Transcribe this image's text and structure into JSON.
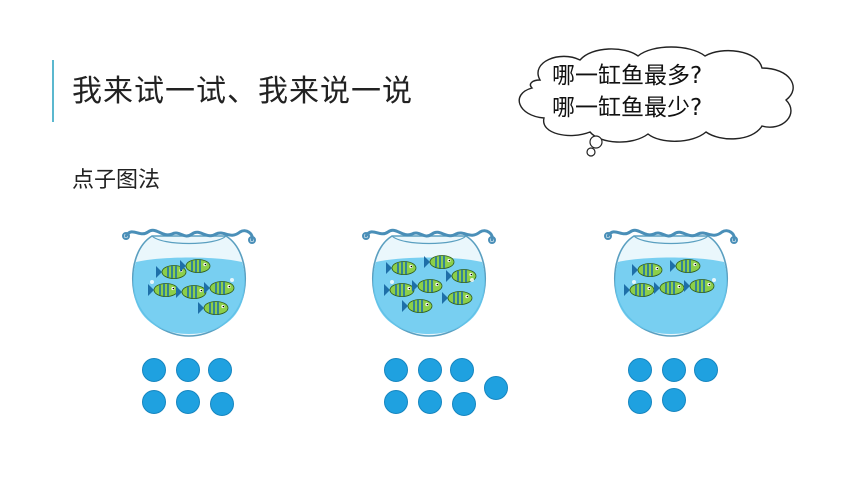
{
  "slide": {
    "title": "我来试一试、我来说一说",
    "subtitle": "点子图法",
    "speech_bubble": {
      "line1": "哪一缸鱼最多?",
      "line2": "哪一缸鱼最少?"
    }
  },
  "fishbowls": [
    {
      "name": "bowl-1",
      "fish_count": 6,
      "dot_count": 6
    },
    {
      "name": "bowl-2",
      "fish_count": 7,
      "dot_count": 7
    },
    {
      "name": "bowl-3",
      "fish_count": 5,
      "dot_count": 5
    }
  ],
  "colors": {
    "accent_bar": "#5bb8cf",
    "dot": "#1fa1e0",
    "water": "#64c8ee",
    "fish_body": "#8ccf4a",
    "fish_stripe": "#1e6fa8"
  }
}
